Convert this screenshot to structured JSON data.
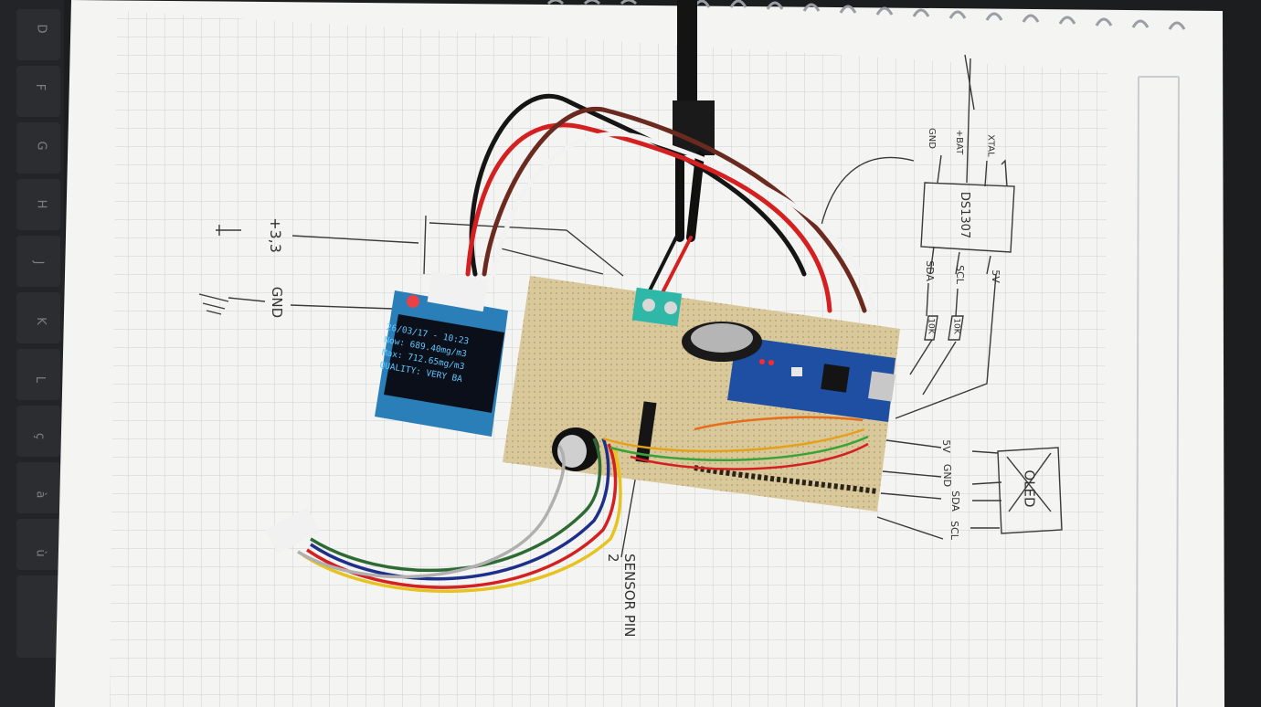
{
  "oled_display": {
    "line1": "26/03/17 - 10:23",
    "line2": "Now: 689.40mg/m3",
    "line3": "Max: 712.65mg/m3",
    "line4": "QUALITY: VERY BA"
  },
  "sketch_labels": {
    "v33": "+3,3",
    "gnd_left": "GND",
    "gnd_top": "GND",
    "vbat": "+BAT",
    "xtal": "XTAL",
    "ds_chip": "DS1307",
    "sda_top": "SDA",
    "scl_top": "SCL",
    "v5_top": "5V",
    "res1": "10K",
    "res2": "10K",
    "v5_bottom": "5V",
    "gnd_bottom": "GND",
    "sda_bottom": "SDA",
    "scl_bottom": "SCL",
    "oled_box": "OLED",
    "sensor": "SENSOR PIN 2"
  },
  "keyboard_keys": [
    "D",
    "F",
    "G",
    "H",
    "J",
    "K",
    "L",
    "ç",
    "à",
    "ù"
  ],
  "colors": {
    "background": "#1c1d1f",
    "paper": "#f4f4f2",
    "grid": "#c9cdd2",
    "pcb": "#d9c89a",
    "arduino": "#1f4fa3",
    "oled_pcb": "#2a7fb8",
    "oled_screen": "#0b0f1a",
    "oled_text": "#5fc8ff",
    "wire_red": "#d42020",
    "wire_black": "#151515",
    "wire_white": "#f2f2f2"
  }
}
